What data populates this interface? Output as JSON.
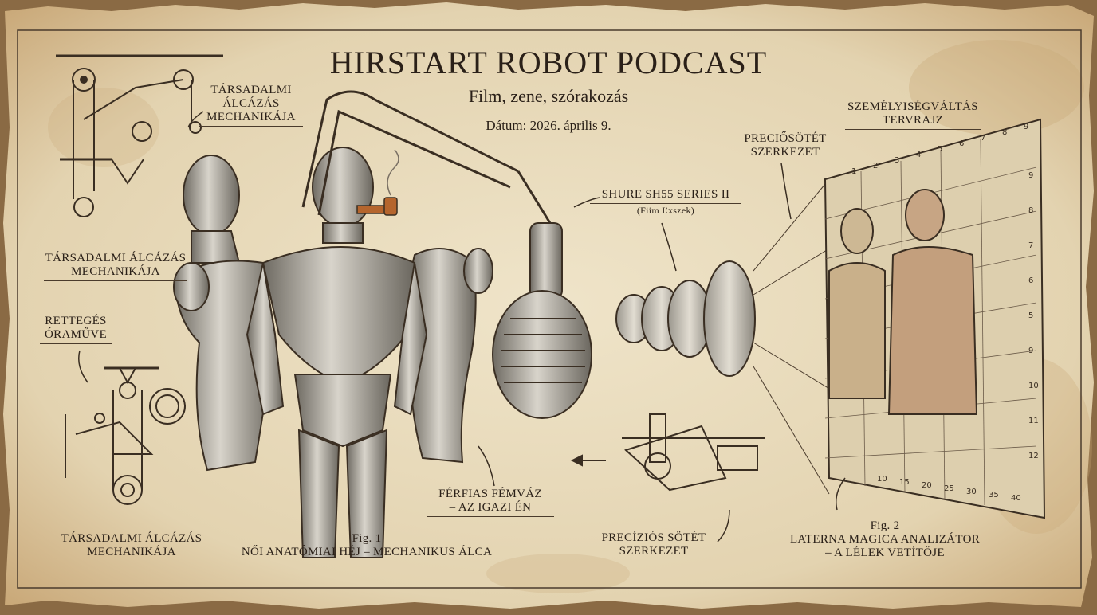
{
  "poster": {
    "title": "HIRSTART ROBOT PODCAST",
    "subtitle": "Film, zene, szórakozás",
    "date": "Dátum: 2026. április 9."
  },
  "labels": {
    "top_mechanism": [
      "TÁRSADALMI",
      "ÁLCÁZÁS",
      "MECHANIKÁJA"
    ],
    "left_mechanism": [
      "TÁRSADALMI ÁLCÁZÁS",
      "MECHANIKÁJA"
    ],
    "clockwork": [
      "RETTEGÉS",
      "ÓRAMŰVE"
    ],
    "bottom_mechanism": [
      "TÁRSADALMI ÁLCÁZÁS",
      "MECHANIKÁJA"
    ],
    "fig1_number": "Fig. 1",
    "fig1_caption": "NŐI ANATÓMIAI HÉJ – MECHANIKUS ÁLCA",
    "male_frame": [
      "FÉRFIAS FÉMVÁZ",
      "– AZ IGAZI ÉN"
    ],
    "microphone": "SHURE SH55 SERIES II",
    "microphone_sub": "(Fiim Ľxszek)",
    "precision_top": [
      "PRECIŐSÖTÉT",
      "SZERKEZET"
    ],
    "precision_bottom": [
      "PRECÍZIÓS SÖTÉT",
      "SZERKEZET"
    ],
    "personality": [
      "SZEMÉLYISÉGVÁLTÁS",
      "TERVRAJZ"
    ],
    "fig2_number": "Fig. 2",
    "fig2_caption": [
      "LATERNA MAGICA ANALIZÁTOR",
      "– A LÉLEK VETÍTŐJE"
    ]
  },
  "grid": {
    "right_ticks": [
      "9",
      "8",
      "7",
      "6",
      "5",
      "9",
      "10",
      "11",
      "12"
    ],
    "top_ticks": [
      "1",
      "2",
      "3",
      "4",
      "5",
      "6",
      "7",
      "8",
      "9"
    ],
    "bottom_ticks": [
      "10",
      "15",
      "20",
      "25",
      "30",
      "35",
      "40"
    ]
  },
  "colors": {
    "paper": "#e8dcc0",
    "ink": "#2a2018",
    "stain": "#c9a878",
    "metal": "#a7a39a",
    "pipe": "#b5652d"
  }
}
